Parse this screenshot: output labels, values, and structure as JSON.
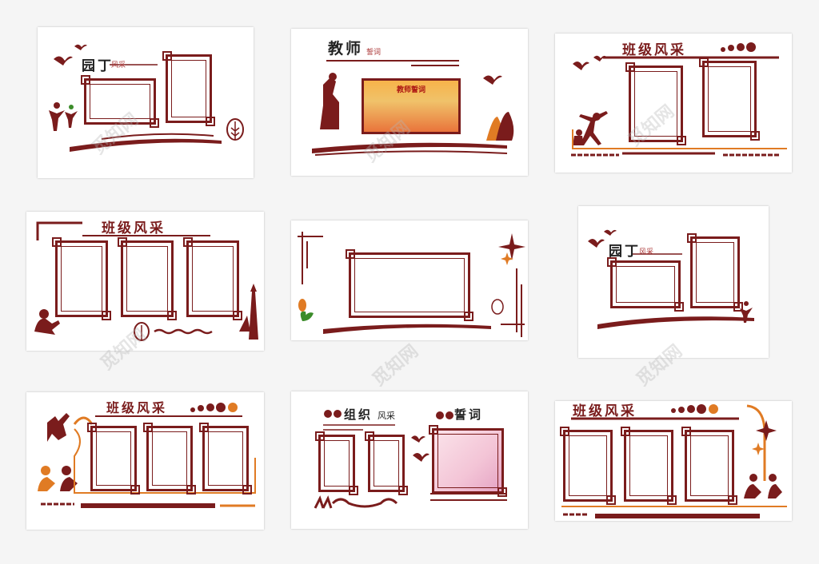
{
  "colors": {
    "primary": "#7a1c1c",
    "accent": "#e07b24",
    "leaf": "#3b8c2a"
  },
  "panels": {
    "p1": {
      "title": "园丁",
      "tag": "风采"
    },
    "p2": {
      "title": "教师",
      "tag": "誓词",
      "box_title": "教师誓词"
    },
    "p3": {
      "title": "班级风采"
    },
    "p4": {
      "title": "班级风采"
    },
    "p6": {
      "title": "园丁",
      "tag": "风采"
    },
    "p7": {
      "title": "班级风采"
    },
    "p8": {
      "title_a": "组织",
      "title_a_suffix": "风采",
      "title_b": "誓词"
    },
    "p9": {
      "title": "班级风采"
    }
  },
  "watermark": "觅知网",
  "icons": [
    "bird-icon",
    "person-silhouette-icon",
    "leaf-icon",
    "star-icon",
    "book-reader-icon",
    "flower-icon",
    "tree-icon"
  ]
}
